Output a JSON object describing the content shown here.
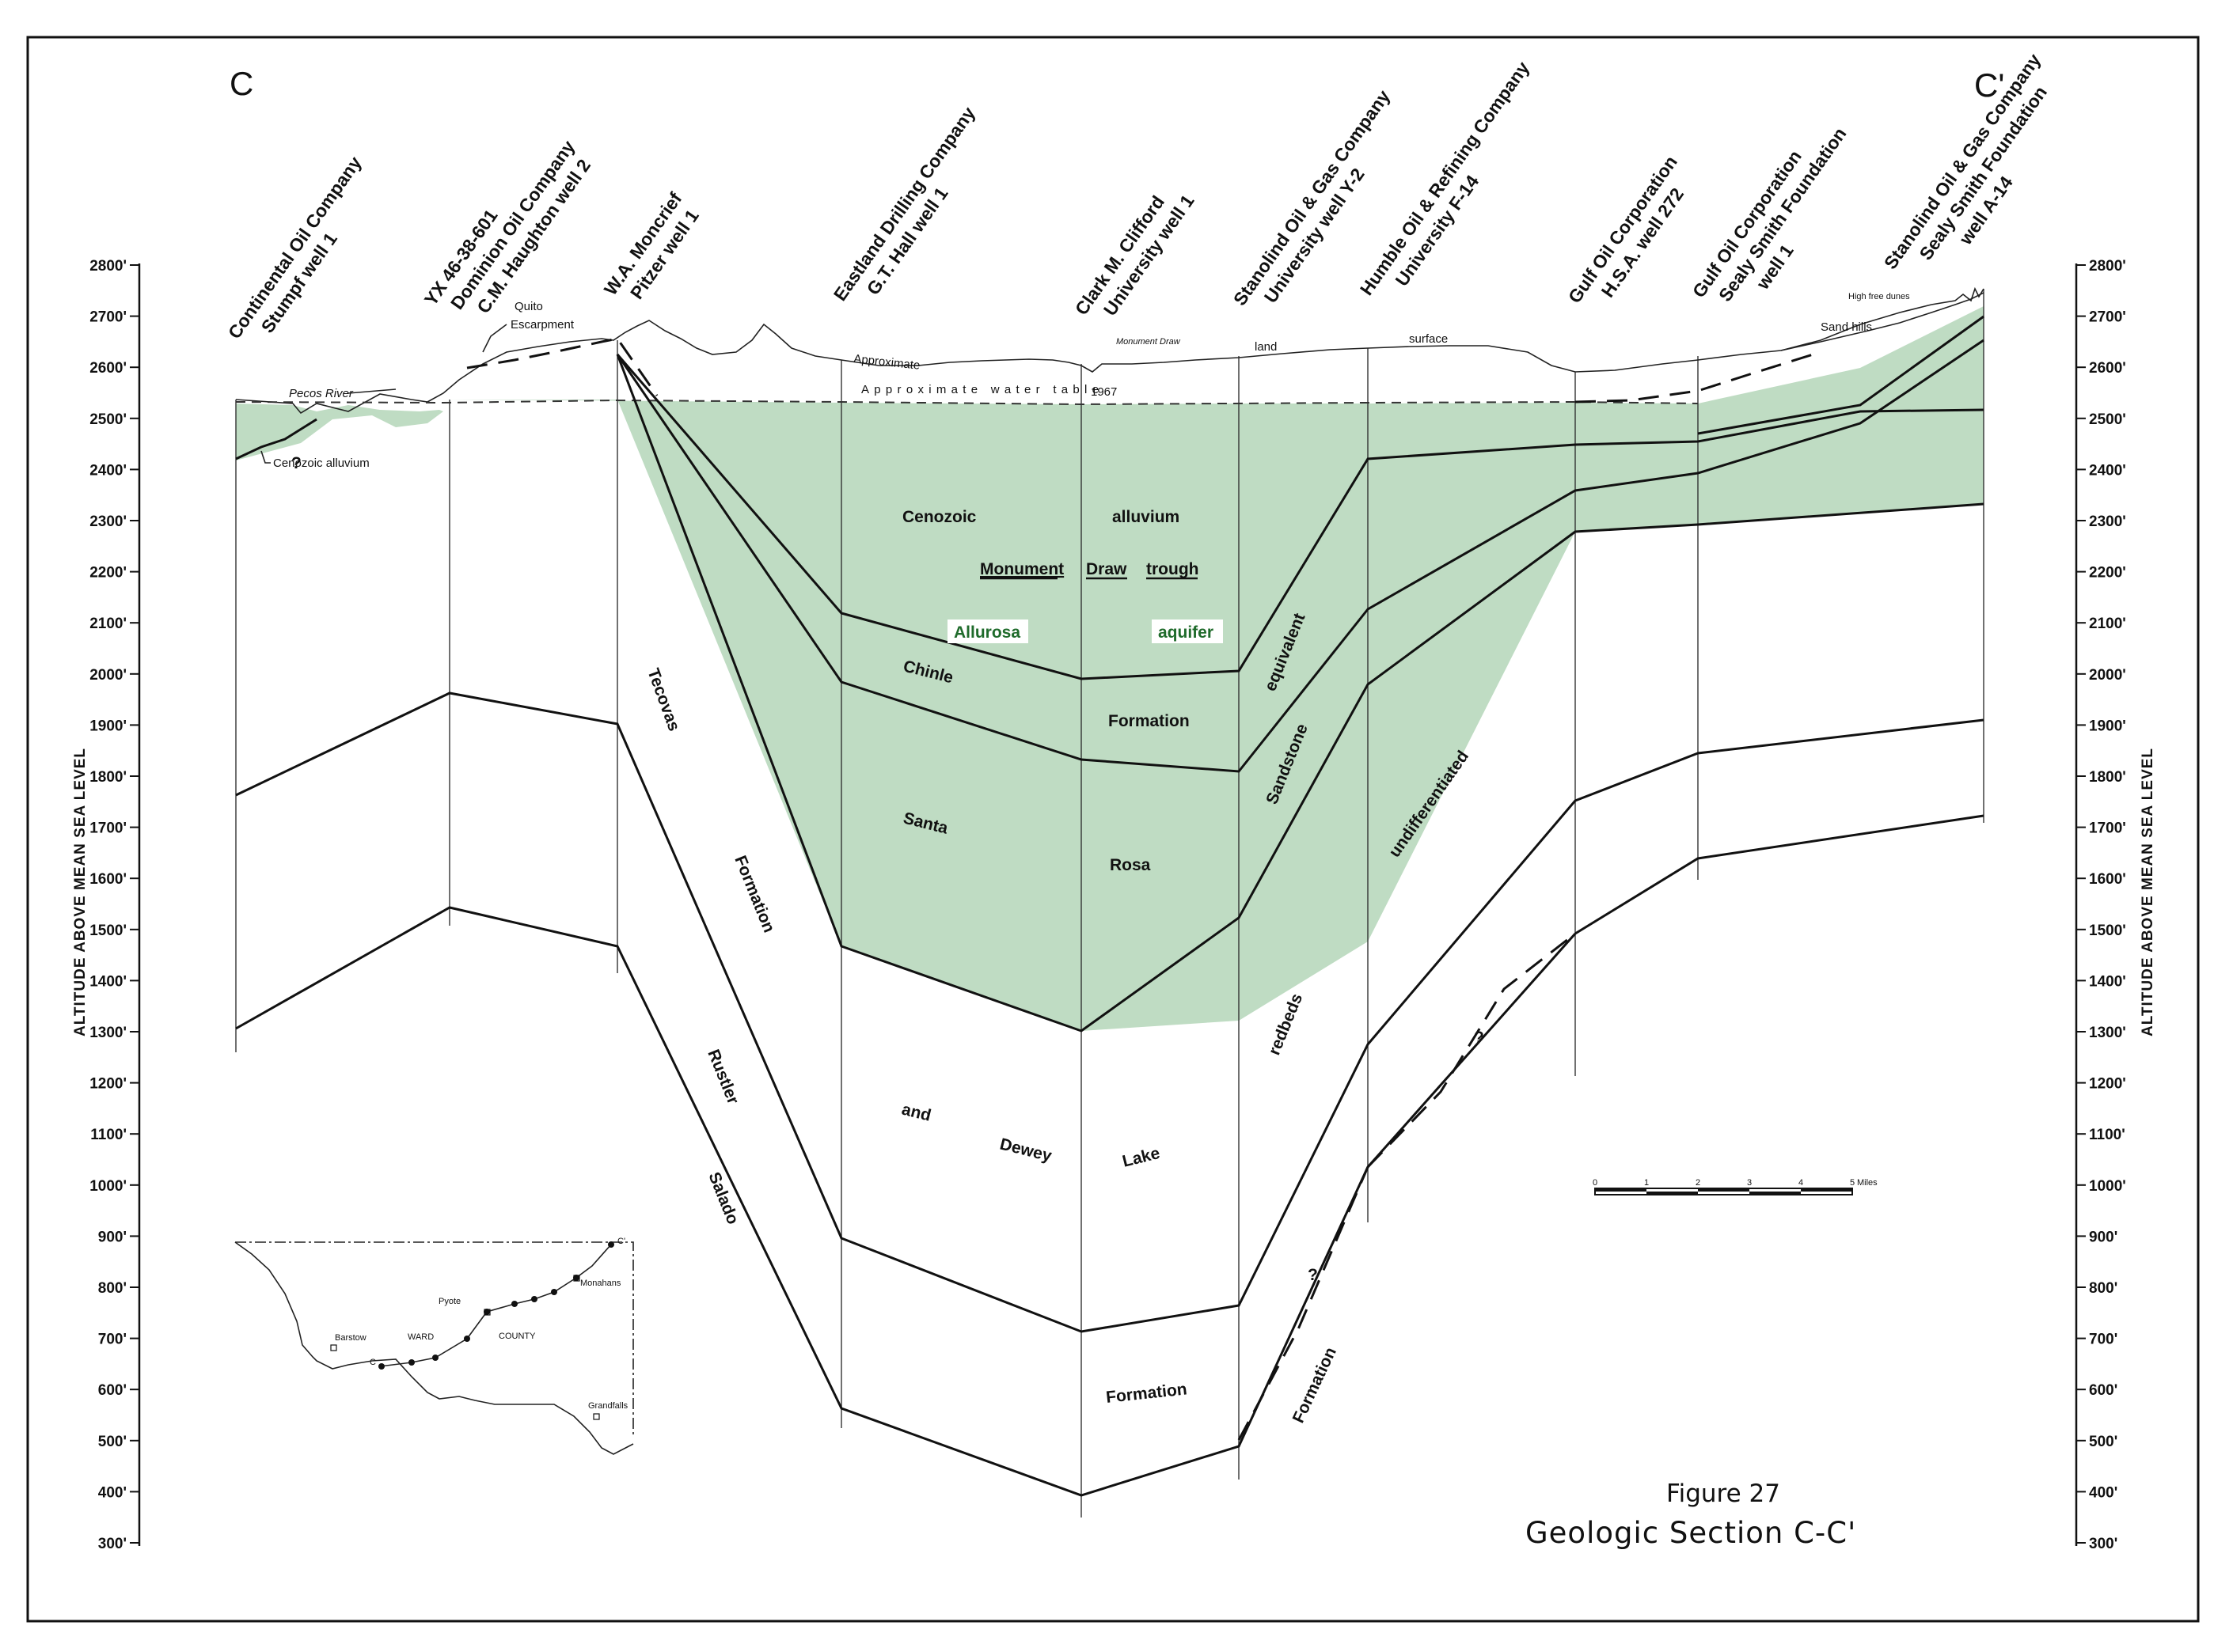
{
  "corners": {
    "left": "C",
    "right": "C'"
  },
  "wells": [
    {
      "line1": "Continental Oil Company",
      "line2": "Stumpf well 1",
      "line3": ""
    },
    {
      "line1": "YX 46-38-601",
      "line2": "Dominion Oil Company",
      "line3": "C.M. Haughton well 2"
    },
    {
      "line1": "W.A. Moncrief",
      "line2": "Pitzer well 1",
      "line3": ""
    },
    {
      "line1": "Eastland Drilling Company",
      "line2": "G.T. Hall well 1",
      "line3": ""
    },
    {
      "line1": "Clark M. Clifford",
      "line2": "University well 1",
      "line3": ""
    },
    {
      "line1": "Stanolind Oil & Gas Company",
      "line2": "University well Y-2",
      "line3": ""
    },
    {
      "line1": "Humble Oil & Refining Company",
      "line2": "University F-14",
      "line3": ""
    },
    {
      "line1": "Gulf Oil Corporation",
      "line2": "H.S.A. well 272",
      "line3": ""
    },
    {
      "line1": "Gulf Oil Corporation",
      "line2": "Sealy Smith Foundation",
      "line3": "well 1"
    },
    {
      "line1": "Stanolind Oil & Gas Company",
      "line2": "Sealy Smith Foundation",
      "line3": "well A-14"
    }
  ],
  "axis": {
    "title": "ALTITUDE ABOVE MEAN SEA LEVEL",
    "ticks": [
      "2800'",
      "2700'",
      "2600'",
      "2500'",
      "2400'",
      "2300'",
      "2200'",
      "2100'",
      "2000'",
      "1900'",
      "1800'",
      "1700'",
      "1600'",
      "1500'",
      "1400'",
      "1300'",
      "1200'",
      "1100'",
      "1000'",
      "900'",
      "800'",
      "700'",
      "600'",
      "500'",
      "400'",
      "300'"
    ]
  },
  "labels": {
    "pecos_river": "Pecos River",
    "quito": "Quito",
    "escarpment": "Escarpment",
    "cenozoic_alluvium_small": "Cenozoic alluvium",
    "approximate": "Approximate",
    "monument_draw_small": "Monument Draw",
    "land": "land",
    "surface": "surface",
    "water_table": "Approximate water table",
    "year": "1967",
    "sand_hills": "Sand hills",
    "high_free_dunes": "High free dunes",
    "cenozoic": "Cenozoic",
    "alluvium": "alluvium",
    "monument": "Monument",
    "draw": "Draw",
    "trough": "trough",
    "allurosa": "Allurosa",
    "aquifer": "aquifer",
    "chinle": "Chinle",
    "formation_chinle": "Formation",
    "santa": "Santa",
    "rosa": "Rosa",
    "equivalent": "equivalent",
    "sandstone": "Sandstone",
    "undifferentiated": "undifferentiated",
    "redbeds": "redbeds",
    "tecovas": "Tecovas",
    "formation_tecovas": "Formation",
    "rustler": "Rustler",
    "salado": "Salado",
    "and": "and",
    "dewey": "Dewey",
    "lake": "Lake",
    "formation_dewey": "Formation",
    "formation_lower": "Formation",
    "q1": "?",
    "q2": "?",
    "q3": "?"
  },
  "scale": {
    "ticks": [
      "0",
      "1",
      "2",
      "3",
      "4",
      "5"
    ],
    "unit": "Miles"
  },
  "inset": {
    "barstow": "Barstow",
    "pyote": "Pyote",
    "monahans": "Monahans",
    "ward": "WARD",
    "county": "COUNTY",
    "grandfalls": "Grandfalls",
    "c": "C",
    "c_prime": "C'"
  },
  "figure": {
    "number": "Figure 27",
    "title": "Geologic Section C-C'"
  },
  "colors": {
    "aquifer_fill": "#bfdcc3",
    "aquifer_text": "#1f6b2b"
  }
}
